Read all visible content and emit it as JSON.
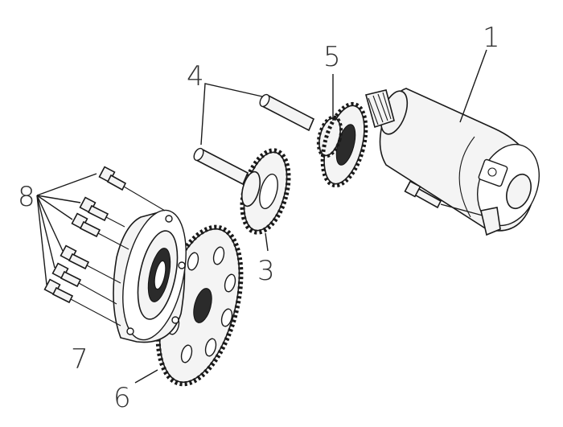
{
  "callouts": [
    {
      "id": "c1",
      "label": "1"
    },
    {
      "id": "c3",
      "label": "3"
    },
    {
      "id": "c4",
      "label": "4"
    },
    {
      "id": "c5",
      "label": "5"
    },
    {
      "id": "c6",
      "label": "6"
    },
    {
      "id": "c7",
      "label": "7"
    },
    {
      "id": "c8",
      "label": "8"
    }
  ]
}
